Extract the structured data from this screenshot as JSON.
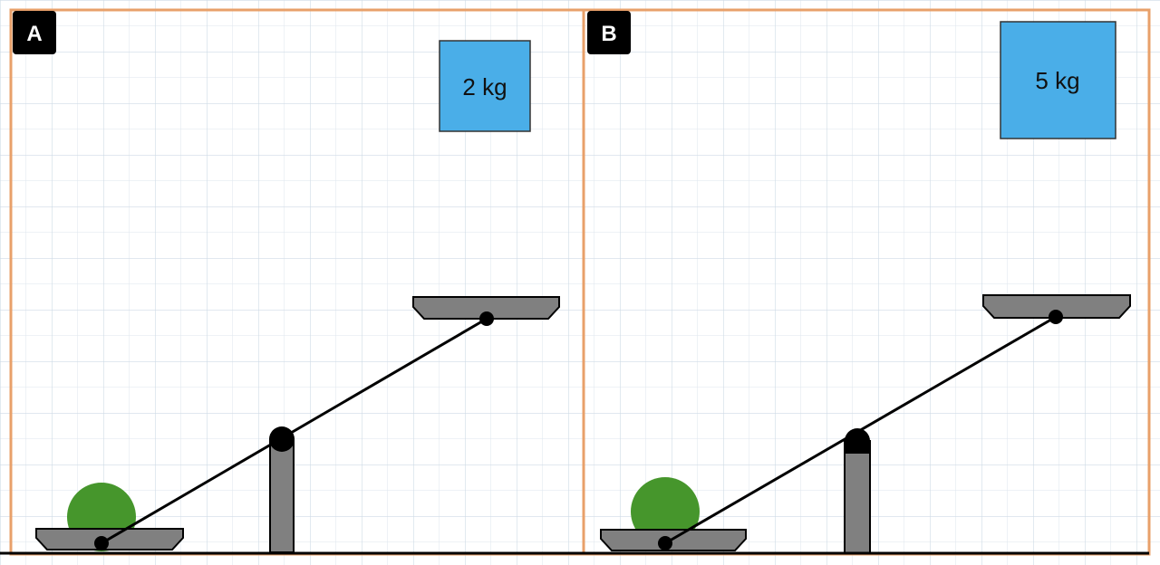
{
  "colors": {
    "background": "#ffffff",
    "grid": "#dde6ee",
    "panel_border": "#e8a06a",
    "label_bg": "#000000",
    "label_text": "#ffffff",
    "weight_box": "#4aaee8",
    "ball": "#46962c",
    "tray": "#808080",
    "post": "#808080",
    "ground": "#000000",
    "beam": "#000000"
  },
  "panels": [
    {
      "label": "A",
      "weight": {
        "label": "2 kg"
      },
      "ball_icon": "green-ball"
    },
    {
      "label": "B",
      "weight": {
        "label": "5 kg"
      },
      "ball_icon": "green-ball"
    }
  ]
}
